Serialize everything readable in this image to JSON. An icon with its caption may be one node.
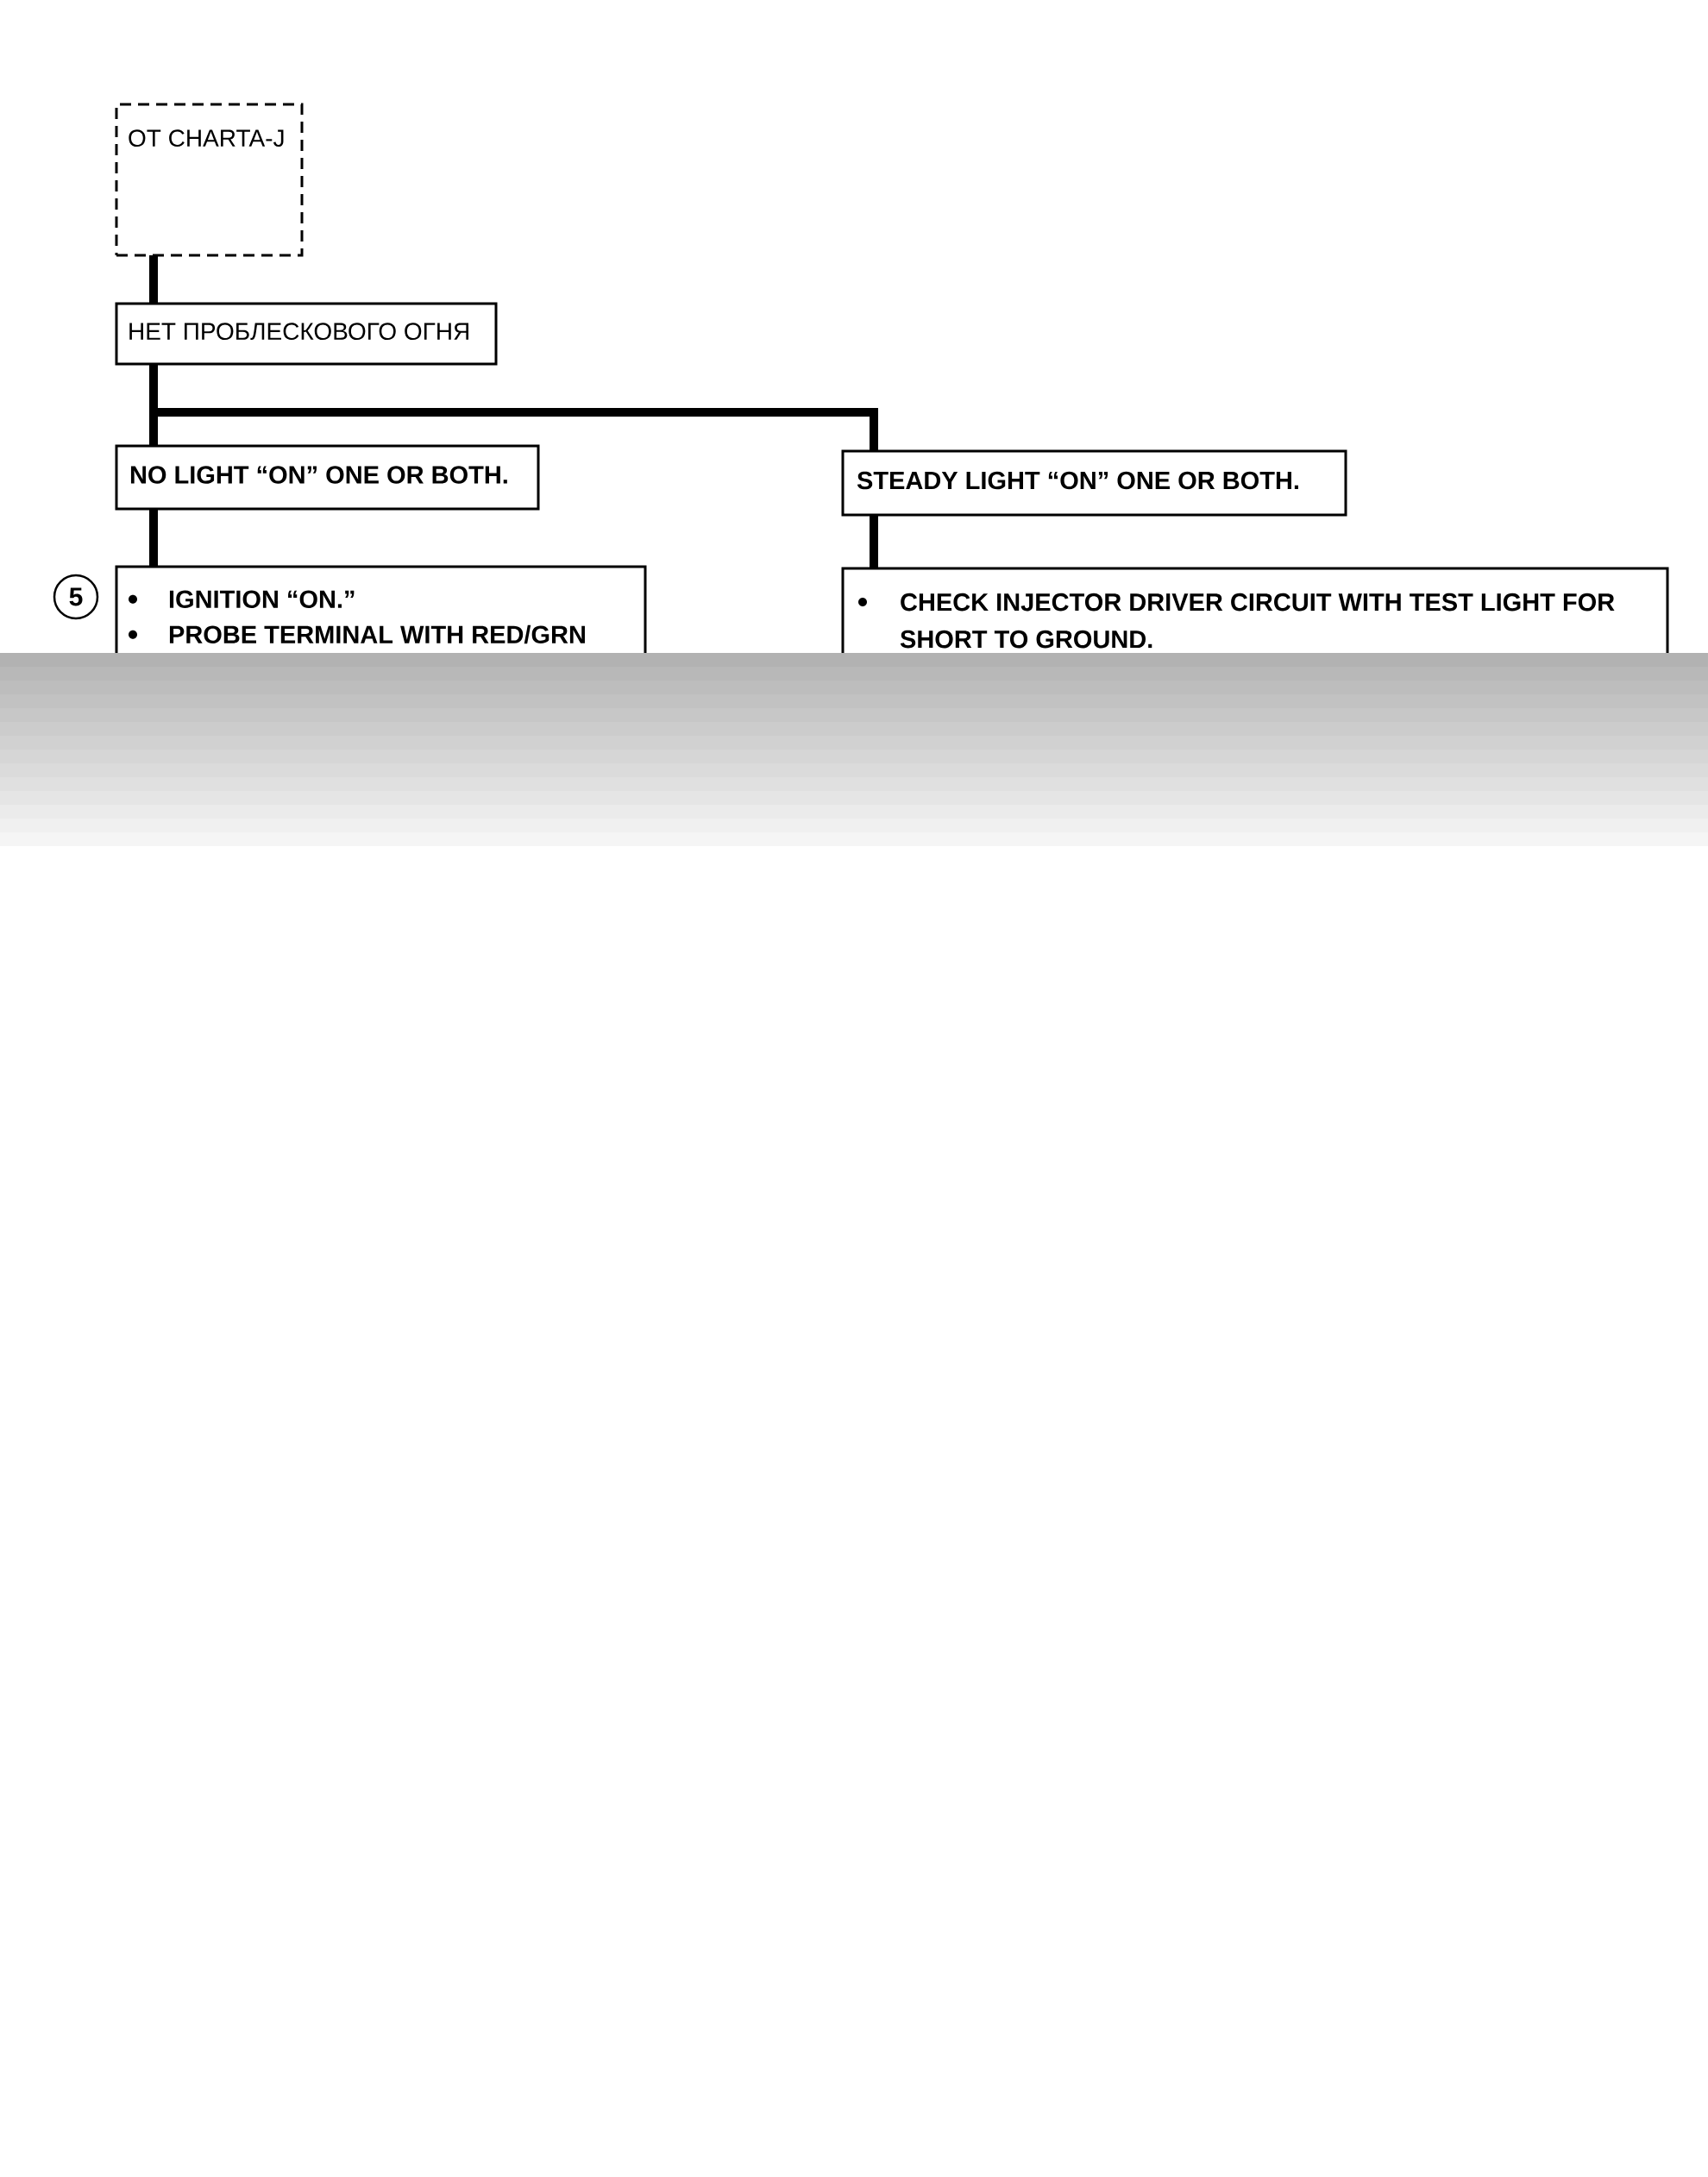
{
  "diagram": {
    "nodes": [
      {
        "text": [
          "ОТ CHARTA-J"
        ]
      },
      {
        "text": [
          "НЕТ ПРОБЛЕСКОВОГО ОГНЯ"
        ]
      },
      {
        "text": [
          "NO LIGHT “ON” ONE OR BOTH."
        ]
      },
      {
        "text": [
          "STEADY LIGHT “ON” ONE OR BOTH."
        ]
      },
      {
        "text": [
          "IGNITION “ON.”",
          "PROBE TERMINAL WITH RED/GRN"
        ],
        "beside": [
          "5"
        ]
      },
      {
        "text": [
          "CHECK INJECTOR DRIVER CIRCUIT WITH TEST LIGHT FOR SHORT TO GROUND."
        ]
      }
    ],
    "edges": [
      {
        "from": 0,
        "to": 1,
        "arrow": "none"
      },
      {
        "from": 1,
        "to": 2,
        "arrow": "none"
      },
      {
        "from": 1,
        "to": 3,
        "arrow": "none"
      },
      {
        "from": 2,
        "to": 4,
        "arrow": "none"
      },
      {
        "from": 3,
        "to": 5,
        "arrow": "none"
      }
    ]
  }
}
